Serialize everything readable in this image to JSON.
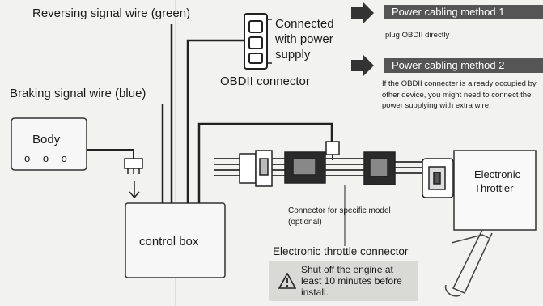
{
  "labels": {
    "reversing_wire": "Reversing signal wire (green)",
    "connected_power": "Connected with power supply",
    "obdii_connector": "OBDII connector",
    "braking_wire": "Braking signal wire (blue)",
    "body": "Body",
    "body_dots": "o o o",
    "control_box": "control box",
    "connector_specific": "Connector for specific model (optional)",
    "electronic_throttle_connector": "Electronic throttle connector",
    "electronic_throttler": "Electronic Throttler"
  },
  "methods": [
    {
      "title": "Power cabling method 1",
      "description": "plug OBDII directly"
    },
    {
      "title": "Power cabling method 2",
      "description": "If the OBDII connecter is already occupied by other device, you might need to connect the power supplying with extra wire."
    }
  ],
  "warning": {
    "icon": "warning-triangle-icon",
    "text": "Shut off the engine at least 10 minutes before install."
  },
  "colors": {
    "banner_bg": "#555555",
    "wire": "#222222",
    "warning_bg": "#d9d9d6"
  }
}
